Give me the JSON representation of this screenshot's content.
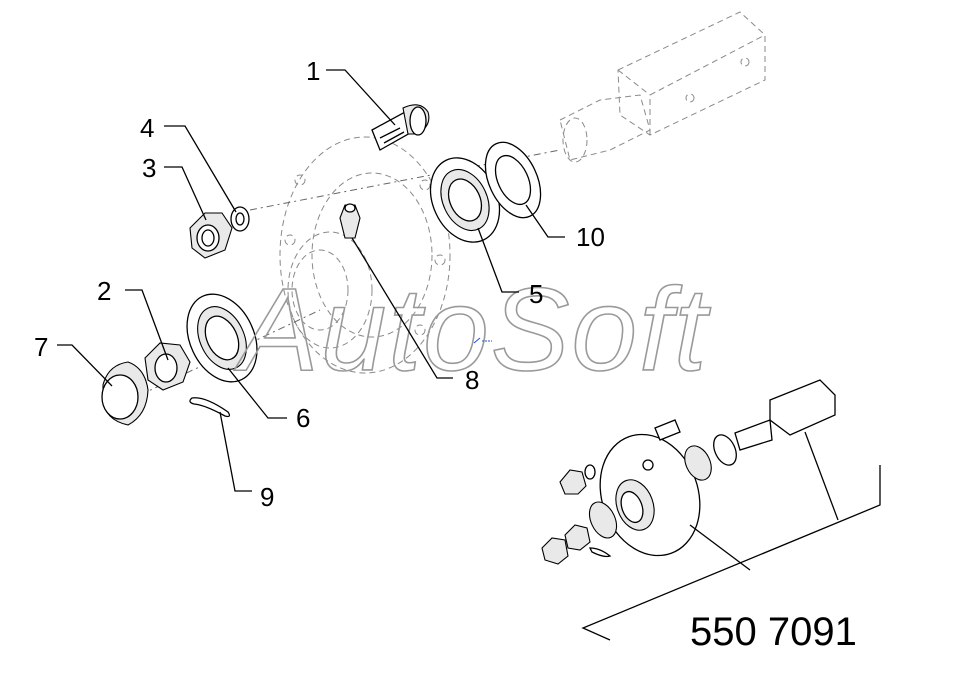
{
  "callouts": [
    {
      "id": "1",
      "label": "1"
    },
    {
      "id": "2",
      "label": "2"
    },
    {
      "id": "3",
      "label": "3"
    },
    {
      "id": "4",
      "label": "4"
    },
    {
      "id": "5",
      "label": "5"
    },
    {
      "id": "6",
      "label": "6"
    },
    {
      "id": "7",
      "label": "7"
    },
    {
      "id": "8",
      "label": "8"
    },
    {
      "id": "9",
      "label": "9"
    },
    {
      "id": "10",
      "label": "10"
    }
  ],
  "part_number": "550 7091",
  "watermark": "AutoSoft",
  "colors": {
    "line": "#000000",
    "ghost": "#8a8a8a",
    "watermark": "#9a9a9a",
    "fill": "#e9e9e9"
  }
}
